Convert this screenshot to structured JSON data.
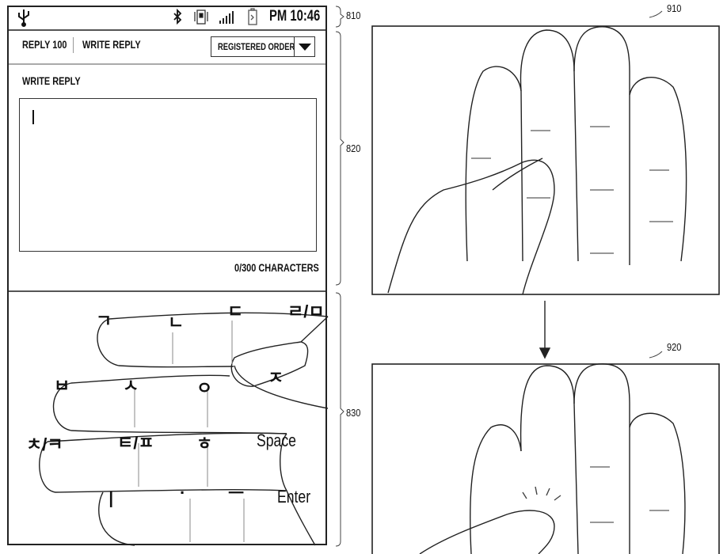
{
  "status_bar": {
    "time": "PM 10:46",
    "icons": [
      "usb-icon",
      "bluetooth-icon",
      "vibrate-icon",
      "signal-icon",
      "battery-icon"
    ]
  },
  "header": {
    "reply_count": "REPLY 100",
    "write_reply_tab": "WRITE REPLY",
    "sort_dropdown": "REGISTERED ORDER"
  },
  "compose": {
    "label": "WRITE REPLY",
    "value": "",
    "char_count": "0/300 CHARACTERS"
  },
  "keyboard": {
    "keys": [
      "ㄱ",
      "ㄴ",
      "ㄷ",
      "ㄹ/ㅁ",
      "ㅈ",
      "ㅂ",
      "ㅅ",
      "ㅇ",
      "ㅊ/ㅋ",
      "ㅌ/ㅍ",
      "ㅎ",
      "Space",
      "ㅣ",
      "·",
      "ㅡ",
      "Enter"
    ]
  },
  "refs": {
    "r810": "810",
    "r820": "820",
    "r830": "830",
    "r910": "910",
    "r920": "920"
  }
}
